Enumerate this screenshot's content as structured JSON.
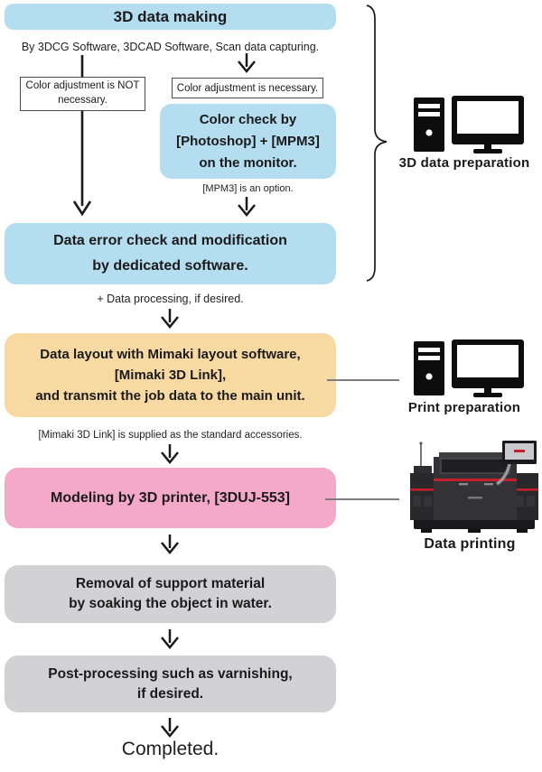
{
  "flow": {
    "step1": {
      "label": "3D data making"
    },
    "note1": "By 3DCG Software, 3DCAD Software, Scan data capturing.",
    "branch_left": {
      "line1": "Color adjustment is NOT",
      "line2": "necessary."
    },
    "branch_right": {
      "label": "Color adjustment is necessary."
    },
    "color_check": {
      "line1": "Color check by",
      "line2": "[Photoshop] + [MPM3]",
      "line3": "on the monitor."
    },
    "mpm3_note": "[MPM3] is an option.",
    "error_check": {
      "line1": "Data error check and modification",
      "line2": "by dedicated software."
    },
    "processing_note": "+ Data processing, if desired.",
    "layout_step": {
      "line1": "Data layout with Mimaki layout software,",
      "line2": "[Mimaki 3D Link],",
      "line3": "and transmit the job data to the main unit."
    },
    "link_note": "[Mimaki 3D Link] is supplied as the standard accessories.",
    "modeling": {
      "label": "Modeling  by 3D printer, [3DUJ-553]"
    },
    "removal": {
      "line1": "Removal of support material",
      "line2": "by soaking the object in water."
    },
    "post_processing": {
      "line1": "Post-processing such as varnishing,",
      "line2": "if desired."
    },
    "completed": "Completed."
  },
  "sidebar": {
    "data_prep_label": "3D data preparation",
    "print_prep_label": "Print preparation",
    "data_printing_label": "Data printing"
  },
  "icons": {
    "computer": "desktop-computer-icon",
    "printer": "3d-printer-image",
    "arrow": "down-arrow-icon",
    "brace": "grouping-brace"
  },
  "colors": {
    "blue": "#b5ddf0",
    "orange": "#f9d9a2",
    "pink": "#f4a9c8",
    "gray": "#d2d2d4",
    "ink": "#1a1a1a"
  }
}
